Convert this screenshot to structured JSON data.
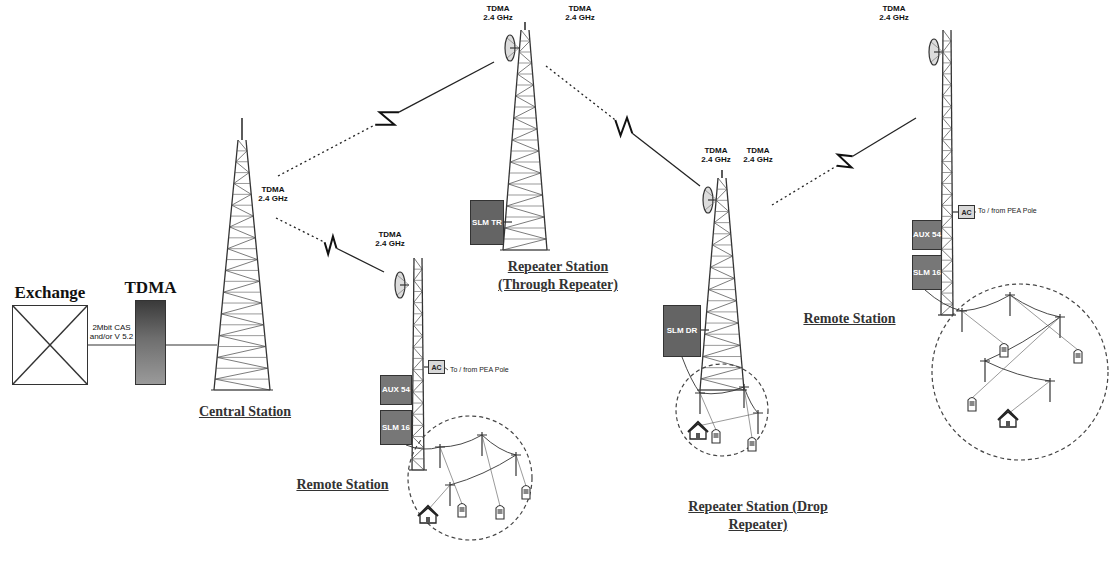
{
  "diagram": {
    "nodes": [
      {
        "text": [
          "Exchange"
        ]
      },
      {
        "text": [
          "TDMA"
        ]
      },
      {
        "text": [
          "AC"
        ]
      },
      {
        "text": [
          "AUX 54"
        ]
      },
      {
        "text": [
          "SLM 16"
        ]
      },
      {
        "text": [
          "SLM TR"
        ]
      },
      {
        "text": [
          "SLM DR"
        ]
      },
      {
        "text": [
          "AC"
        ]
      },
      {
        "text": [
          "AUX 54"
        ]
      },
      {
        "text": [
          "SLM 16"
        ]
      }
    ],
    "edges": [
      {
        "from": 0,
        "to": 1,
        "arrow": "none",
        "label": "2Mbit CAS and/or V 5.2"
      }
    ],
    "labels": [
      "TDMA 2.4 GHz",
      "Central Station",
      "TDMA 2.4 GHz",
      "Remote Station",
      "To / from PEA Pole",
      "TDMA 2.4 GHz",
      "TDMA 2.4 GHz",
      "Repeater Station (Through Repeater)",
      "TDMA 2.4 GHz",
      "TDMA 2.4 GHz",
      "Repeater Station (Drop Repeater)",
      "TDMA 2.4 GHz",
      "To / from PEA Pole",
      "Remote Station"
    ]
  }
}
